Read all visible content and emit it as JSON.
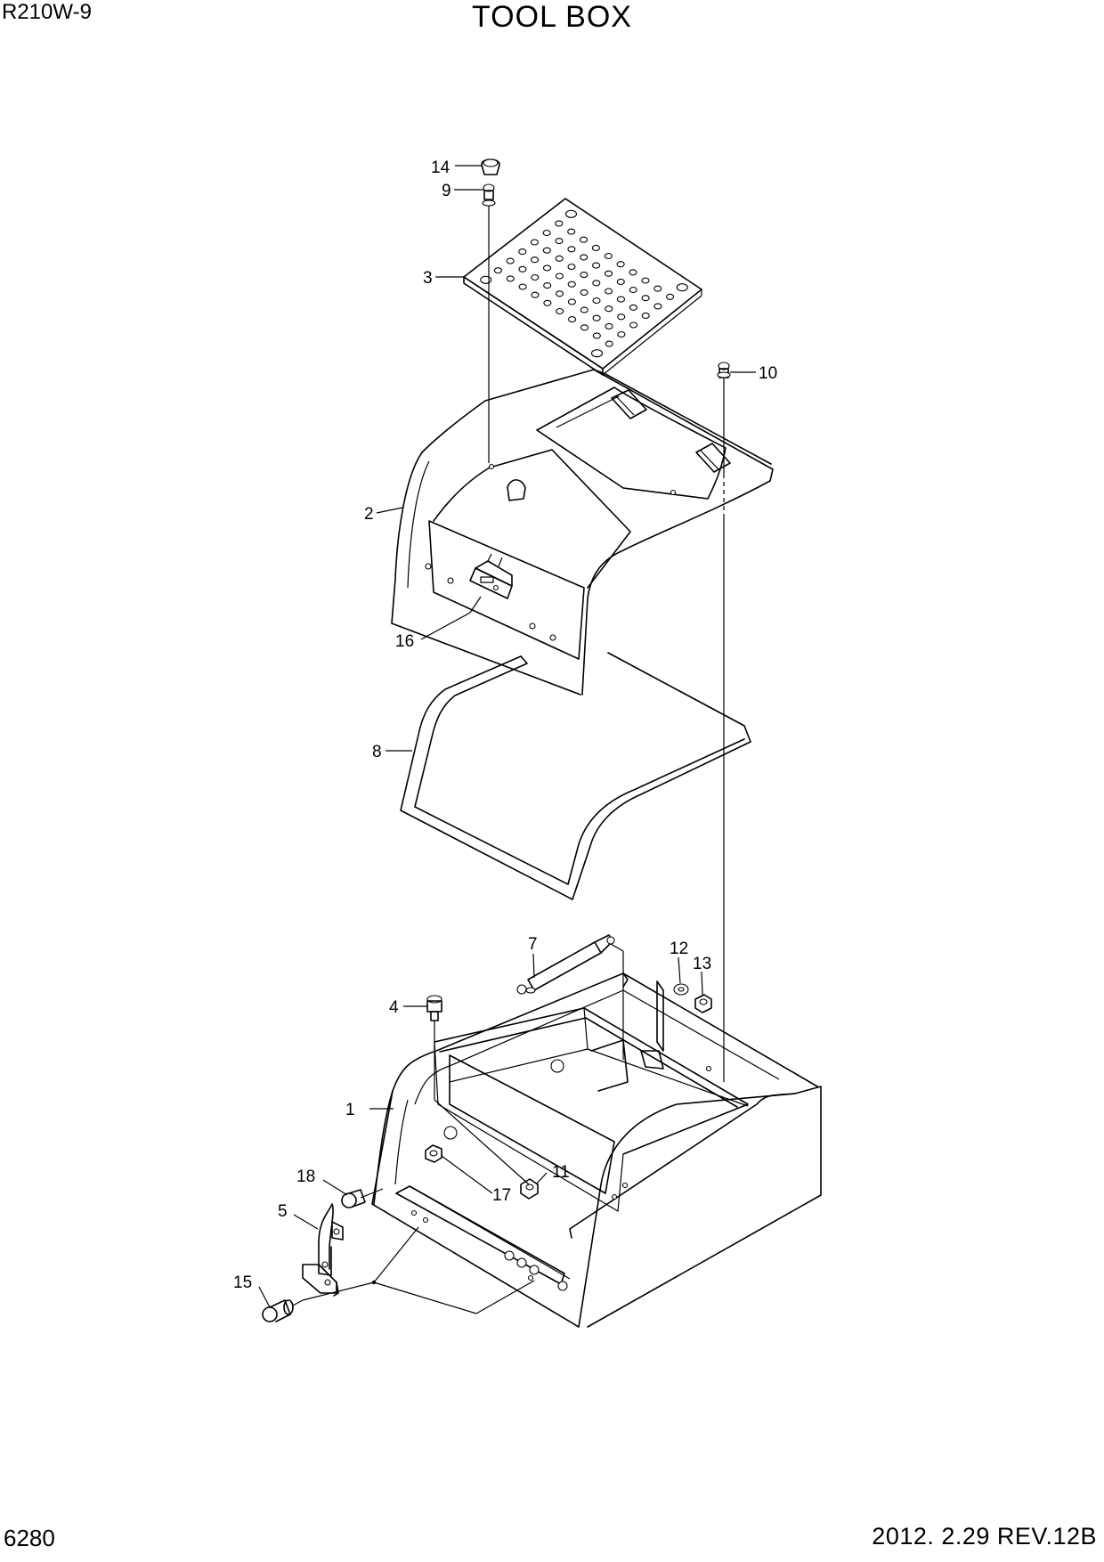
{
  "header": {
    "model": "R210W-9",
    "title": "TOOL BOX"
  },
  "footer": {
    "page_number": "6280",
    "date_revision": "2012. 2.29  REV.12B"
  },
  "callouts": {
    "c1": "1",
    "c2": "2",
    "c3": "3",
    "c4": "4",
    "c5": "5",
    "c7": "7",
    "c8": "8",
    "c9": "9",
    "c10": "10",
    "c11": "11",
    "c12": "12",
    "c13": "13",
    "c14": "14",
    "c15": "15",
    "c16": "16",
    "c17": "17",
    "c18": "18"
  }
}
